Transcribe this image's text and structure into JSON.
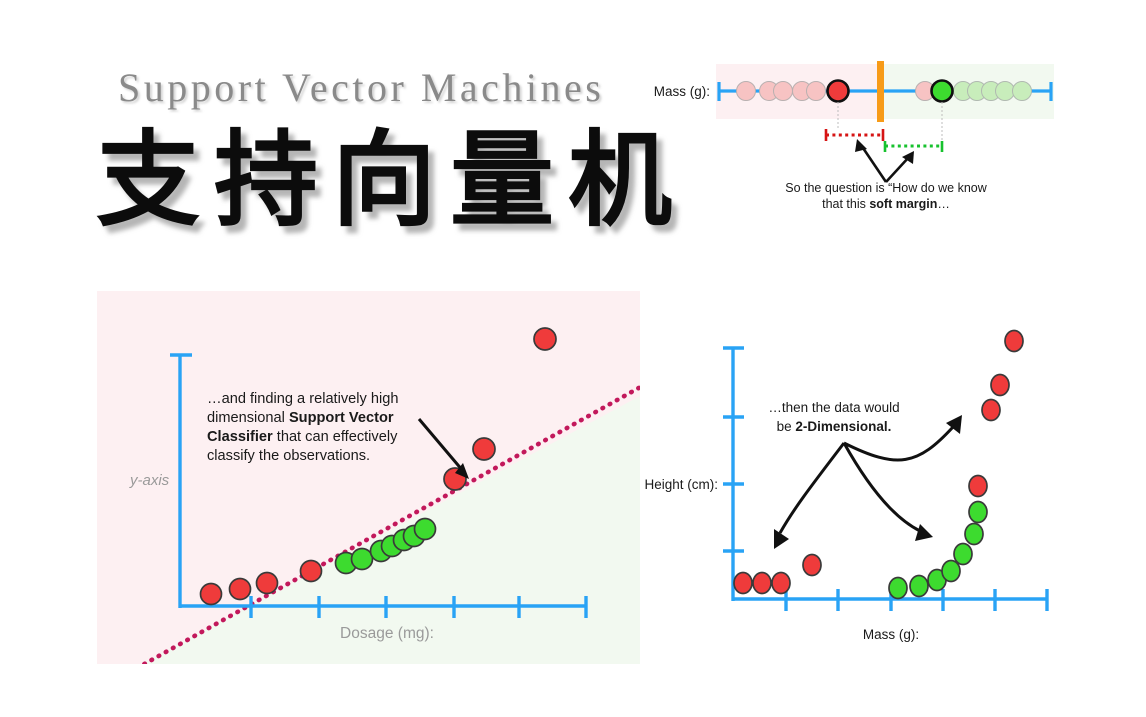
{
  "title": {
    "english": "Support Vector Machines",
    "chinese": "支持向量机"
  },
  "colors": {
    "axis_blue": "#29a3f5",
    "red_point": "#ef3b3b",
    "green_point": "#3ddb2f",
    "pink_light": "#f7c3c3",
    "green_light": "#c8edbb",
    "boundary_orange": "#f79b18",
    "region_pink": "#fdf0f2",
    "region_green": "#f2f9f0",
    "margin_red": "#d61414",
    "margin_green": "#17c22e",
    "decision_line": "#c2185b",
    "label_gray": "#9a9a9a",
    "text_black": "#1a1a1a"
  },
  "top_panel": {
    "name": "soft-margin-number-line",
    "axis_label": "Mass (g):",
    "caption_line1_pre": "So the question is “How do we know",
    "caption_line2_pre": "that this ",
    "caption_line2_bold": "soft margin",
    "caption_line2_post": "…",
    "chart_data": {
      "type": "scatter",
      "title": "Soft margin on a 1-D number line",
      "xlabel": "Mass (g):",
      "ylabel": "",
      "axis_range": [
        0,
        100
      ],
      "grid": false,
      "legend": "none",
      "threshold": 57.5,
      "series": [
        {
          "name": "red observations (faded)",
          "color": "#f7c3c3",
          "x": [
            8.5,
            17.5,
            22.5,
            29.5,
            35.0,
            51.5
          ]
        },
        {
          "name": "red support vector (highlighted)",
          "color": "#ef3b3b",
          "x": [
            42.5
          ]
        },
        {
          "name": "green observations (faded)",
          "color": "#c8edbb",
          "x": [
            68.5,
            74.0,
            79.5,
            85.5,
            91.0
          ]
        },
        {
          "name": "green support vector (highlighted)",
          "color": "#3ddb2f",
          "x": [
            62.5
          ]
        }
      ],
      "margins": [
        {
          "name": "red margin",
          "color": "#d61414",
          "from": 42.5,
          "to": 57.5
        },
        {
          "name": "green margin",
          "color": "#17c22e",
          "from": 57.5,
          "to": 62.5
        }
      ]
    }
  },
  "left_panel": {
    "name": "support-vector-classifier-plot",
    "y_axis_label": "y-axis",
    "x_axis_label": "Dosage (mg):",
    "annotation_line1": "…and finding a relatively high",
    "annotation_line2_pre": "dimensional ",
    "annotation_line2_bold": "Support Vector",
    "annotation_line3_bold": "Classifier",
    "annotation_line3_post": " that can effectively",
    "annotation_line4": "classify the observations.",
    "chart_data": {
      "type": "scatter",
      "title": "High dimensional Support Vector Classifier",
      "xlabel": "Dosage (mg):",
      "ylabel": "y-axis",
      "xlim": [
        0,
        100
      ],
      "ylim": [
        0,
        100
      ],
      "grid": false,
      "legend": "none",
      "x_ticks": [
        5,
        17,
        35,
        53,
        71,
        89,
        100
      ],
      "y_ticks": [
        0,
        100
      ],
      "decision_boundary": {
        "name": "support vector classifier",
        "style": "dotted",
        "color": "#c2185b",
        "x1": 7,
        "y1": -22,
        "x2": 103,
        "y2": 78
      },
      "series": [
        {
          "name": "red (does not cure)",
          "color": "#ef3b3b",
          "points": [
            [
              10,
              9
            ],
            [
              19,
              11
            ],
            [
              28,
              14
            ],
            [
              45,
              20
            ],
            [
              77,
              40
            ],
            [
              84,
              48
            ],
            [
              93,
              90
            ]
          ]
        },
        {
          "name": "green (cured)",
          "color": "#3ddb2f",
          "points": [
            [
              52,
              21
            ],
            [
              57,
              22
            ],
            [
              61,
              25
            ],
            [
              64,
              26
            ],
            [
              67,
              28
            ],
            [
              70,
              29
            ],
            [
              73,
              31
            ]
          ]
        }
      ]
    }
  },
  "right_panel": {
    "name": "two-dimensional-data-plot",
    "y_axis_label": "Height (cm):",
    "x_axis_label": "Mass (g):",
    "annotation_line1": "…then the data would",
    "annotation_line2_pre": "be ",
    "annotation_line2_bold": "2-Dimensional.",
    "chart_data": {
      "type": "scatter",
      "title": "2-Dimensional data",
      "xlabel": "Mass (g):",
      "ylabel": "Height (cm):",
      "xlim": [
        0,
        100
      ],
      "ylim": [
        0,
        100
      ],
      "grid": false,
      "legend": "none",
      "x_ticks": [
        2,
        15,
        30,
        45,
        60,
        75,
        90,
        100
      ],
      "y_ticks": [
        14,
        33,
        53,
        72,
        92
      ],
      "series": [
        {
          "name": "red",
          "color": "#ef3b3b",
          "points": [
            [
              4,
              14
            ],
            [
              10,
              14
            ],
            [
              16,
              14
            ],
            [
              25,
              21
            ],
            [
              79,
              48
            ],
            [
              88,
              79
            ],
            [
              92,
              88
            ],
            [
              96,
              95
            ]
          ]
        },
        {
          "name": "green",
          "color": "#3ddb2f",
          "points": [
            [
              54,
              10
            ],
            [
              61,
              11
            ],
            [
              67,
              14
            ],
            [
              72,
              18
            ],
            [
              76,
              25
            ],
            [
              79,
              32
            ],
            [
              80,
              40
            ]
          ]
        }
      ]
    }
  }
}
